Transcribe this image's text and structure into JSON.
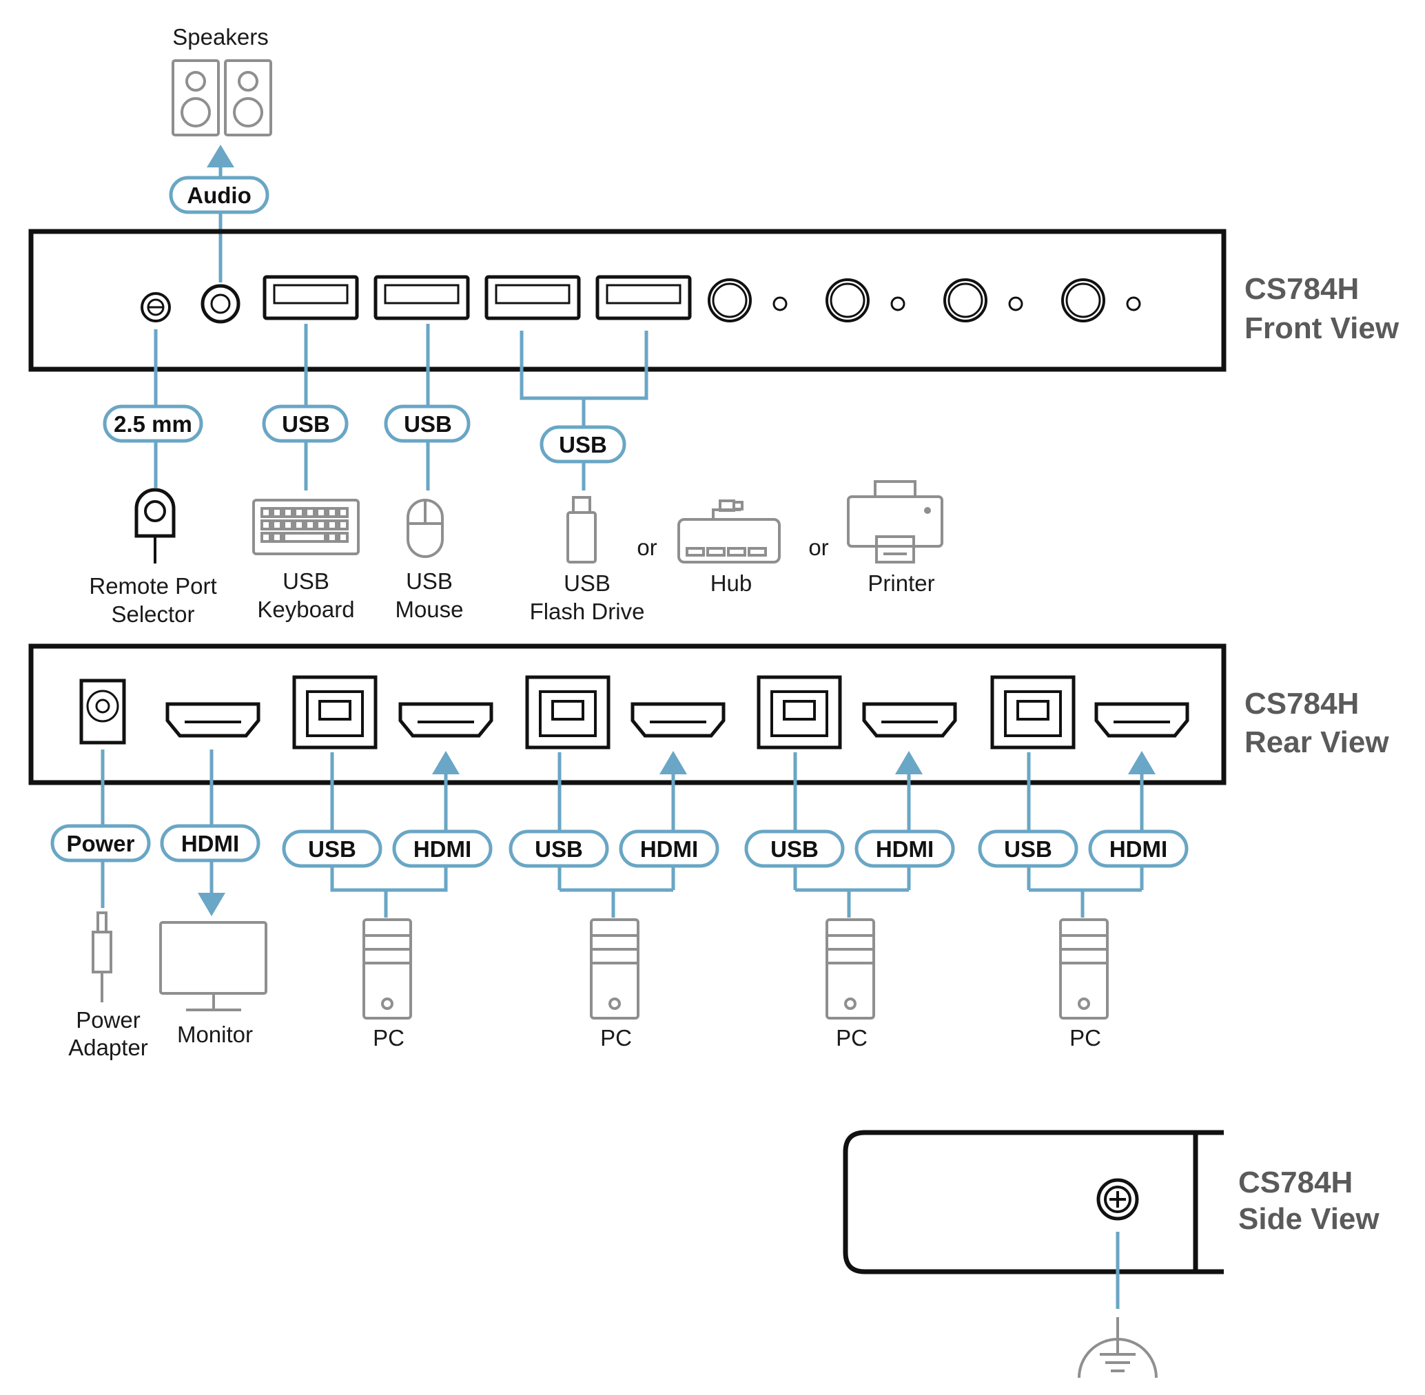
{
  "front_view": {
    "title_line1": "CS784H",
    "title_line2": "Front View",
    "connector_labels": {
      "audio": "Audio",
      "remote": "2.5 mm",
      "usb_keyboard": "USB",
      "usb_mouse": "USB",
      "usb_other": "USB"
    },
    "devices": {
      "speakers": "Speakers",
      "remote_line1": "Remote Port",
      "remote_line2": "Selector",
      "keyboard_line1": "USB",
      "keyboard_line2": "Keyboard",
      "mouse_line1": "USB",
      "mouse_line2": "Mouse",
      "flash_line1": "USB",
      "flash_line2": "Flash Drive",
      "or1": "or",
      "hub": "Hub",
      "or2": "or",
      "printer": "Printer"
    }
  },
  "rear_view": {
    "title_line1": "CS784H",
    "title_line2": "Rear View",
    "connector_labels": {
      "power": "Power",
      "hdmi_out": "HDMI",
      "ports": [
        {
          "usb": "USB",
          "hdmi": "HDMI",
          "device": "PC"
        },
        {
          "usb": "USB",
          "hdmi": "HDMI",
          "device": "PC"
        },
        {
          "usb": "USB",
          "hdmi": "HDMI",
          "device": "PC"
        },
        {
          "usb": "USB",
          "hdmi": "HDMI",
          "device": "PC"
        }
      ]
    },
    "devices": {
      "power_line1": "Power",
      "power_line2": "Adapter",
      "monitor": "Monitor"
    }
  },
  "side_view": {
    "title_line1": "CS784H",
    "title_line2": "Side View"
  },
  "colors": {
    "accent": "#6aa6c5",
    "device_outline": "#111111",
    "peripheral": "#8f8f8f",
    "title": "#5a5a5a"
  }
}
